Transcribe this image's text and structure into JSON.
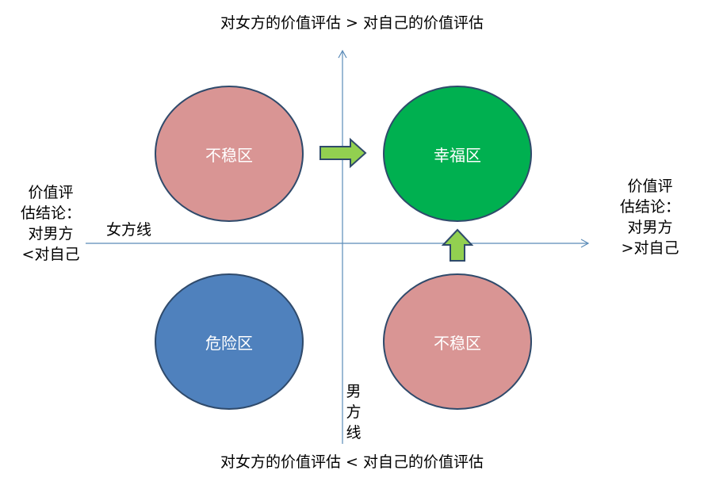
{
  "top_label": "对女方的价值评估 > 对自己的价值评估",
  "bottom_label": "对女方的价值评估 < 对自己的价值评估",
  "left_label": [
    "价值评",
    "估结论：",
    "对男方",
    "<对自己"
  ],
  "right_label": [
    "价值评",
    "估结论：",
    "对男方",
    ">对自己"
  ],
  "horizontal_axis_label": "女方线",
  "vertical_axis_label": [
    "男",
    "方",
    "线"
  ],
  "zones": {
    "top_left": {
      "label": "不稳区",
      "color": "#d99594"
    },
    "top_right": {
      "label": "幸福区",
      "color": "#00b050"
    },
    "bottom_left": {
      "label": "危险区",
      "color": "#4f81bd"
    },
    "bottom_right": {
      "label": "不稳区",
      "color": "#d99594"
    }
  },
  "colors": {
    "axis": "#5b8bb8",
    "arrow_fill": "#92d050",
    "arrow_stroke": "#2f4a6b"
  }
}
